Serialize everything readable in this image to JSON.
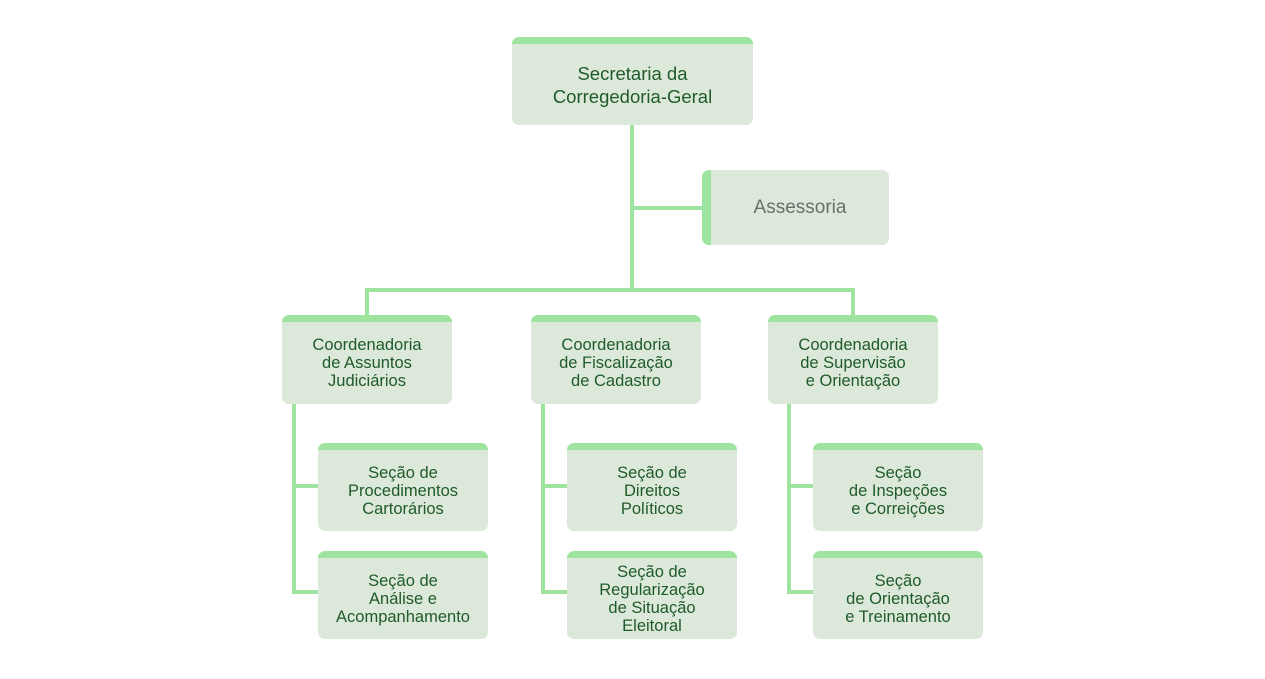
{
  "root": {
    "label": "Secretaria da\nCorregedoria-Geral"
  },
  "advisory": {
    "label": "Assessoria"
  },
  "coordinations": [
    {
      "label": "Coordenadoria\nde Assuntos\nJudiciários",
      "sections": [
        {
          "label": "Seção de\nProcedimentos\nCartorários"
        },
        {
          "label": "Seção de\nAnálise e\nAcompanhamento"
        }
      ]
    },
    {
      "label": "Coordenadoria\nde Fiscalização\nde Cadastro",
      "sections": [
        {
          "label": "Seção de\nDireitos\nPolíticos"
        },
        {
          "label": "Seção de\nRegularização\nde Situação\nEleitoral"
        }
      ]
    },
    {
      "label": "Coordenadoria\nde Supervisão\ne Orientação",
      "sections": [
        {
          "label": "Seção\nde Inspeções\ne Correições"
        },
        {
          "label": "Seção\nde Orientação\ne Treinamento"
        }
      ]
    }
  ],
  "colors": {
    "accent": "#9ee39e",
    "box_fill": "#dce9da",
    "text": "#1f5a2a",
    "muted_text": "#6d6d6d"
  }
}
